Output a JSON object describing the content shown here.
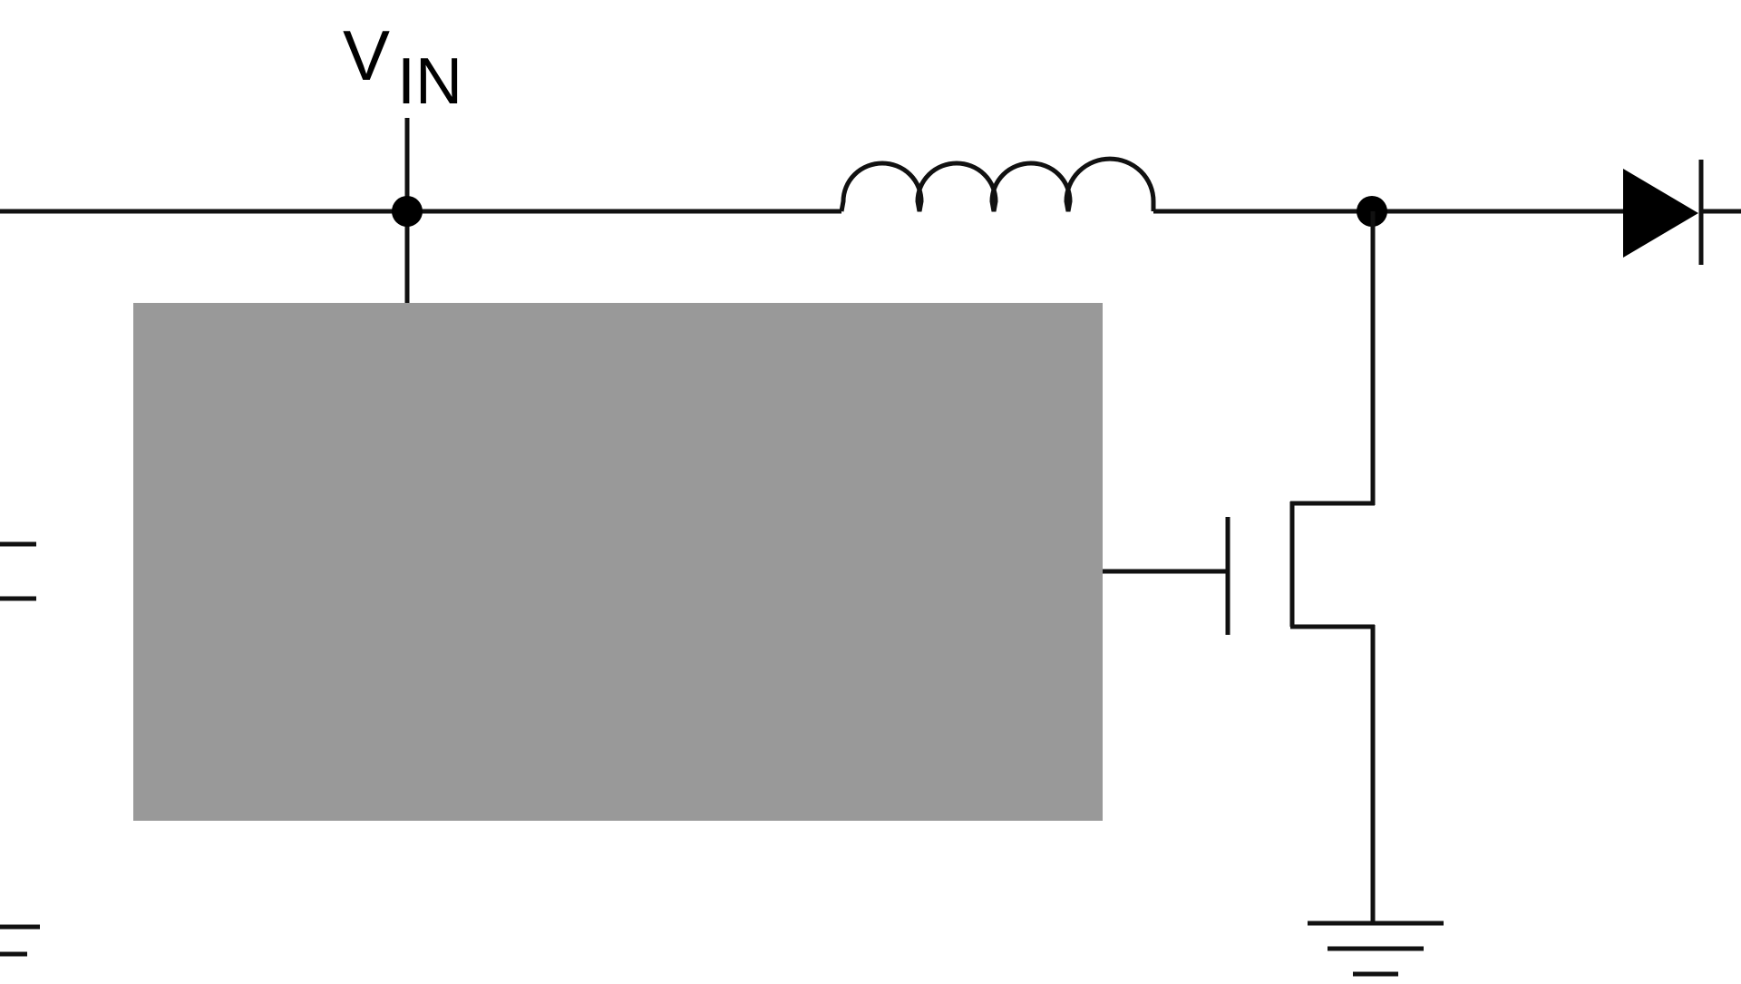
{
  "diagram": {
    "title": "",
    "colors": {
      "wire": "#111111",
      "controller_block": "#999999",
      "background": "#ffffff"
    },
    "labels": {
      "vin_main": "V",
      "vin_sub": "IN"
    },
    "components": [
      {
        "name": "input-supply-node",
        "kind": "junction"
      },
      {
        "name": "controller-block",
        "kind": "block"
      },
      {
        "name": "inductor",
        "kind": "inductor"
      },
      {
        "name": "switch-node",
        "kind": "junction"
      },
      {
        "name": "mosfet-switch",
        "kind": "n-mosfet"
      },
      {
        "name": "output-diode",
        "kind": "diode"
      },
      {
        "name": "ground",
        "kind": "ground"
      }
    ]
  }
}
